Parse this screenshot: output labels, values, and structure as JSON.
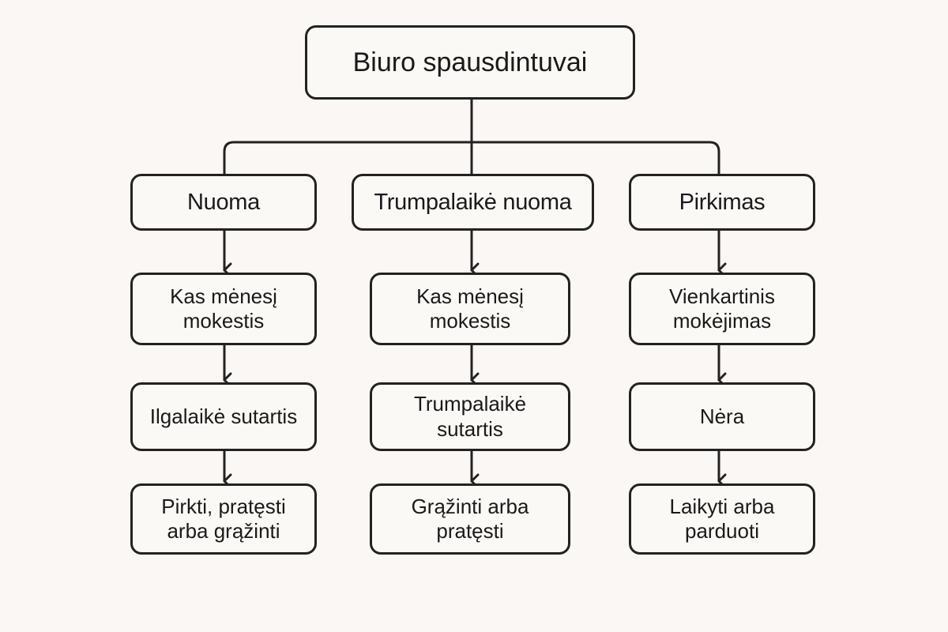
{
  "root": {
    "label": "Biuro spausdintuvai"
  },
  "columns": [
    {
      "header": "Nuoma",
      "steps": [
        "Kas mėnesį mokestis",
        "Ilgalaikė sutartis",
        "Pirkti, pratęsti arba grąžinti"
      ]
    },
    {
      "header": "Trumpalaikė nuoma",
      "steps": [
        "Kas mėnesį mokestis",
        "Trumpalaikė sutartis",
        "Grąžinti arba pratęsti"
      ]
    },
    {
      "header": "Pirkimas",
      "steps": [
        "Vienkartinis mokėjimas",
        "Nėra",
        "Laikyti arba parduoti"
      ]
    }
  ],
  "colors": {
    "background": "#faf7f4",
    "stroke": "#222222",
    "text": "#1a1a1a"
  }
}
